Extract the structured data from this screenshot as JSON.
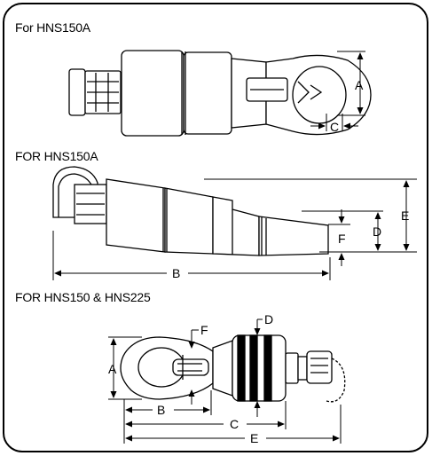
{
  "sections": [
    {
      "title": "For HNS150A"
    },
    {
      "title": "FOR HNS150A"
    },
    {
      "title": "FOR HNS150 & HNS225"
    }
  ],
  "dimensions": {
    "top": {
      "a": "A",
      "c": "C"
    },
    "middle": {
      "b": "B",
      "d": "D",
      "e": "E",
      "f": "F"
    },
    "bottom": {
      "a": "A",
      "b": "B",
      "c": "C",
      "d": "D",
      "e": "E",
      "f": "F"
    }
  }
}
